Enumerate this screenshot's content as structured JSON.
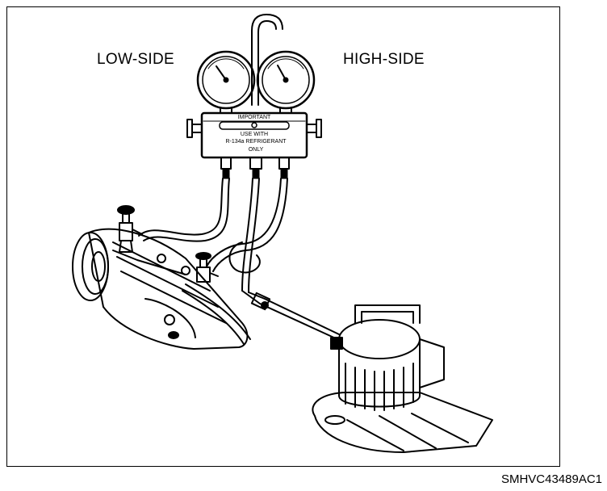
{
  "labels": {
    "low_side": "LOW-SIDE",
    "high_side": "HIGH-SIDE",
    "manifold_important": "IMPORTANT",
    "manifold_use_with": "USE WITH",
    "manifold_refrigerant": "R-134a REFRIGERANT",
    "manifold_only": "ONLY"
  },
  "figure_code": "SMHVC43489AC1"
}
